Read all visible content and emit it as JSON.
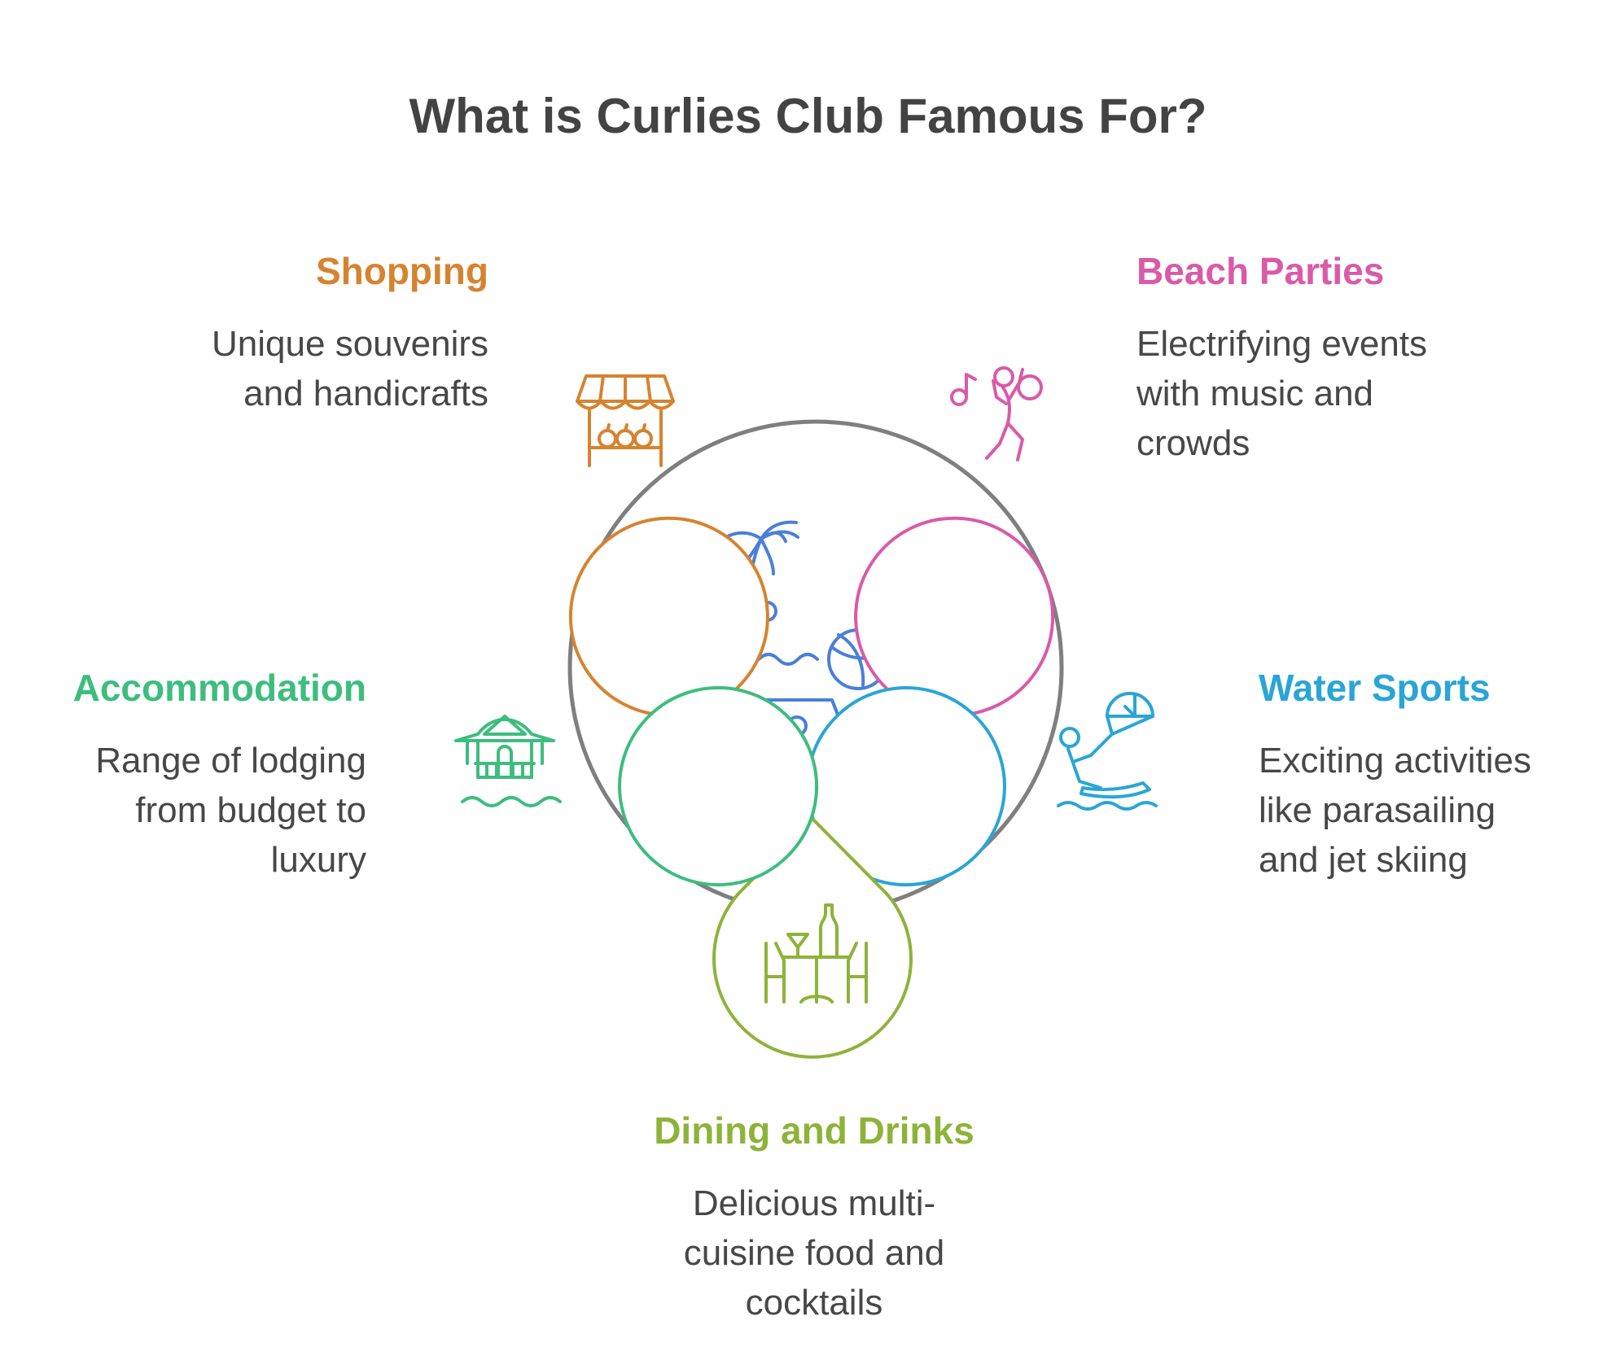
{
  "title": "What is Curlies Club Famous For?",
  "center": {
    "icon": "beach-laptop-icon",
    "color": "#4A7FD9"
  },
  "ring_color": "#7F7F7F",
  "items": [
    {
      "id": "shopping",
      "heading": "Shopping",
      "description": "Unique souvenirs\nand handicrafts",
      "icon": "market-stall-icon",
      "color": "#D6832F"
    },
    {
      "id": "beach-parties",
      "heading": "Beach Parties",
      "description": "Electrifying events\nwith music and\ncrowds",
      "icon": "dancing-person-icon",
      "color": "#D95AA8"
    },
    {
      "id": "water-sports",
      "heading": "Water Sports",
      "description": "Exciting activities\nlike parasailing\nand jet skiing",
      "icon": "parasailing-icon",
      "color": "#2AA5D6"
    },
    {
      "id": "dining",
      "heading": "Dining and Drinks",
      "description": "Delicious multi-\ncuisine food and\ncocktails",
      "icon": "dining-table-icon",
      "color": "#8DB33A"
    },
    {
      "id": "accommodation",
      "heading": "Accommodation",
      "description": "Range of lodging\nfrom budget to\nluxury",
      "icon": "beach-hut-icon",
      "color": "#3DBD7E"
    }
  ]
}
